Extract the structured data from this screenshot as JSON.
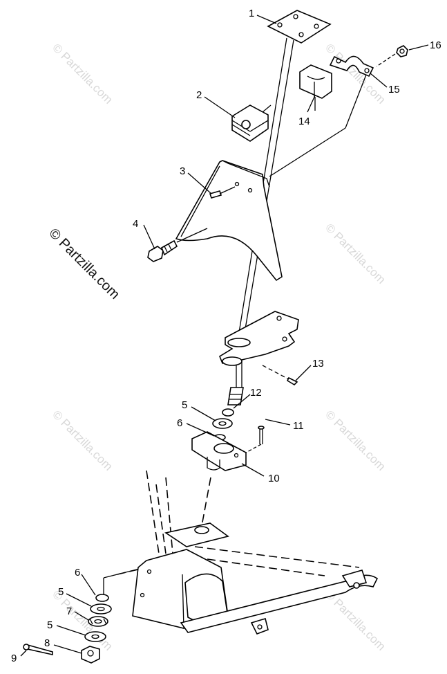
{
  "watermark": {
    "text": "© Partzilla.com",
    "prominent_text": "© Partzilla.com"
  },
  "callouts": [
    {
      "id": "c1",
      "label": "1"
    },
    {
      "id": "c2",
      "label": "2"
    },
    {
      "id": "c3",
      "label": "3"
    },
    {
      "id": "c4",
      "label": "4"
    },
    {
      "id": "c5a",
      "label": "5"
    },
    {
      "id": "c6a",
      "label": "6"
    },
    {
      "id": "c6b",
      "label": "6"
    },
    {
      "id": "c5b",
      "label": "5"
    },
    {
      "id": "c7",
      "label": "7"
    },
    {
      "id": "c5c",
      "label": "5"
    },
    {
      "id": "c8",
      "label": "8"
    },
    {
      "id": "c9",
      "label": "9"
    },
    {
      "id": "c10",
      "label": "10"
    },
    {
      "id": "c11",
      "label": "11"
    },
    {
      "id": "c12",
      "label": "12"
    },
    {
      "id": "c13",
      "label": "13"
    },
    {
      "id": "c14",
      "label": "14"
    },
    {
      "id": "c15",
      "label": "15"
    },
    {
      "id": "c16",
      "label": "16"
    }
  ]
}
